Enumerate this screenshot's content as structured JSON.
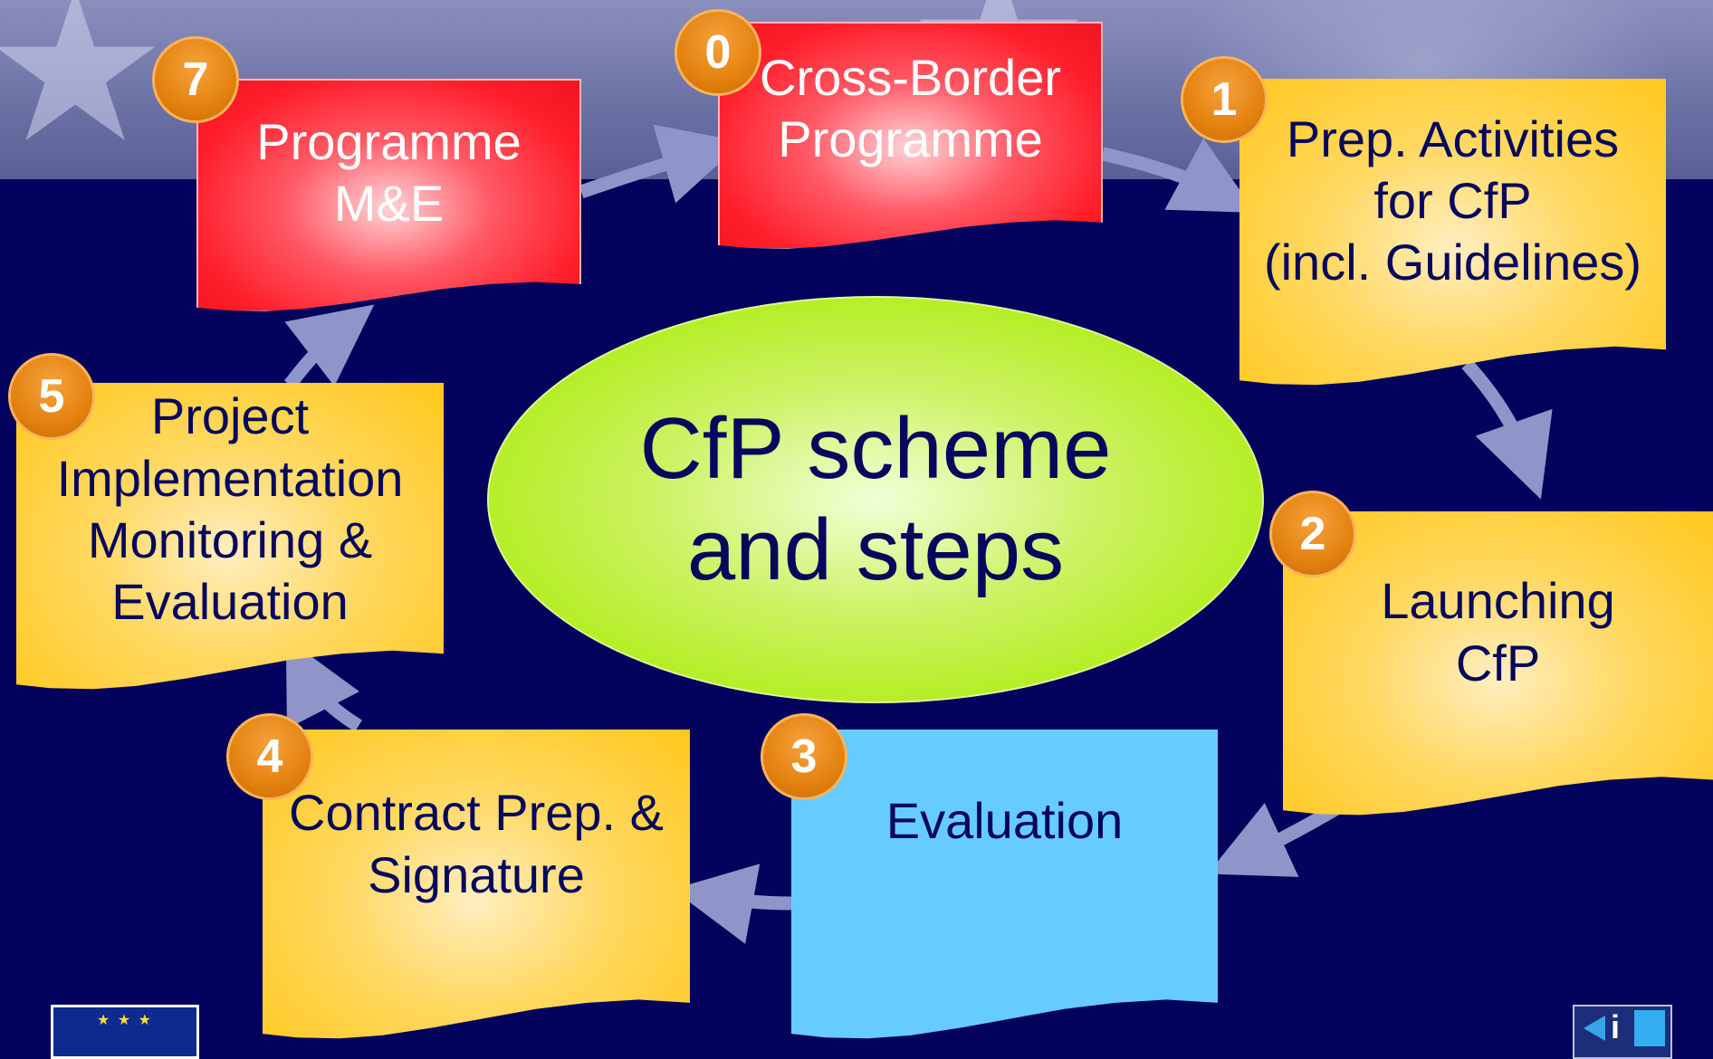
{
  "center": {
    "title": "CfP scheme\nand steps"
  },
  "steps": [
    {
      "number": "0",
      "label": "Cross-Border\nProgramme"
    },
    {
      "number": "1",
      "label": "Prep. Activities\nfor CfP\n(incl. Guidelines)"
    },
    {
      "number": "2",
      "label": "Launching\nCfP"
    },
    {
      "number": "3",
      "label": "Evaluation"
    },
    {
      "number": "4",
      "label": "Contract Prep. &\nSignature"
    },
    {
      "number": "5",
      "label": "Project\nImplementation\nMonitoring &\nEvaluation"
    },
    {
      "number": "7",
      "label": "Programme\nM&E"
    }
  ],
  "colors": {
    "background": "#03035e",
    "programme_box": "#ff1e2a",
    "activity_box": "#ffc81c",
    "evaluation_box": "#66ccff",
    "center_ellipse": "#b2ee1e",
    "badge": "#e4820f",
    "arrow": "#8f95c8"
  },
  "logos": [
    "eu-flag-logo",
    "info-logo"
  ]
}
